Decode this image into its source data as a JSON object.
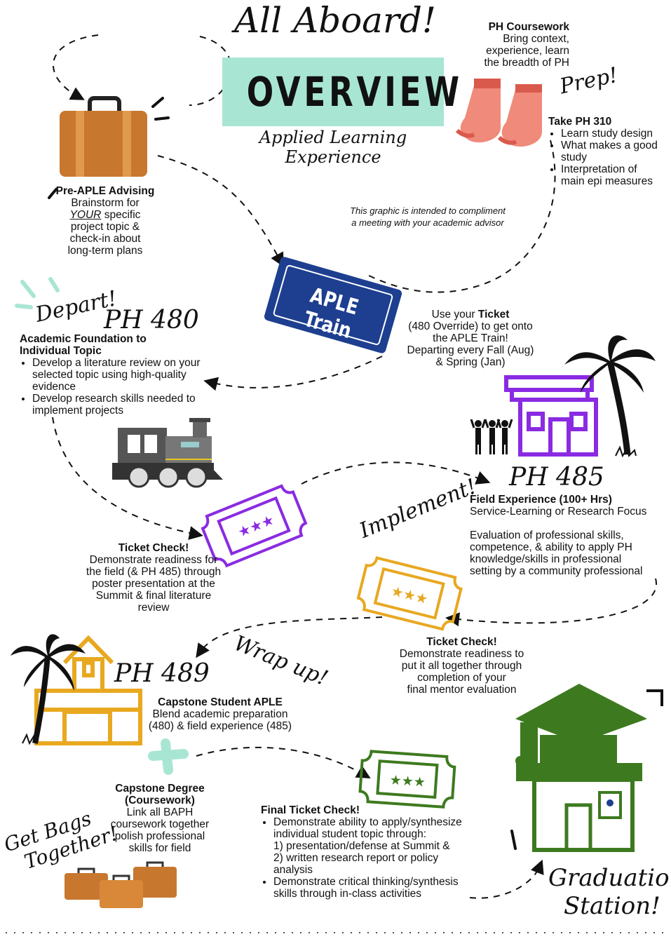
{
  "header": {
    "title": "All Aboard!",
    "overview": "OVERVIEW",
    "subtitle_line1": "Applied Learning",
    "subtitle_line2": "Experience"
  },
  "prep": {
    "label": "Prep!",
    "coursework_title": "PH Coursework",
    "coursework_lines": [
      "Bring context,",
      "experience, learn",
      "the breadth of PH"
    ],
    "ph310_title": "Take PH 310",
    "ph310_bullets": [
      "Learn study design",
      "What makes a good study",
      "Interpretation of main epi measures"
    ]
  },
  "note": {
    "line1": "This graphic is intended to compliment",
    "line2": "a meeting with your academic advisor"
  },
  "advising": {
    "title": "Pre-APLE Advising",
    "line1": "Brainstorm for",
    "emph": "YOUR",
    "line2_rest": " specific",
    "line3": "project topic &",
    "line4": "check-in about",
    "line5": "long-term plans"
  },
  "train_ticket": {
    "label": "APLE Train",
    "text1": "Use your ",
    "bold": "Ticket",
    "line2": "(480 Override) to get onto",
    "line3": "the APLE Train!",
    "line4": "Departing every Fall (Aug)",
    "line5": "& Spring (Jan)"
  },
  "ph480": {
    "depart": "Depart!",
    "number": "PH 480",
    "title_line1": "Academic Foundation to",
    "title_line2": "Individual Topic",
    "bullets": [
      "Develop a literature review on your selected topic using high-quality evidence",
      "Develop research skills needed to implement projects"
    ]
  },
  "check1": {
    "title": "Ticket Check!",
    "lines": [
      "Demonstrate readiness for",
      "the field (& PH 485) through",
      "poster presentation at the",
      "Summit & final literature",
      "review"
    ]
  },
  "ph485": {
    "implement": "Implement!",
    "number": "PH 485",
    "title": "Field Experience (100+ Hrs)",
    "subtitle": "Service-Learning or Research Focus",
    "desc_lines": [
      "Evaluation of professional skills,",
      "competence, & ability to apply PH",
      "knowledge/skills in professional",
      "setting by a community professional"
    ]
  },
  "check2": {
    "title": "Ticket Check!",
    "lines": [
      "Demonstrate readiness  to",
      "put it all together through",
      "completion of your",
      "final mentor evaluation"
    ]
  },
  "ph489": {
    "wrap": "Wrap up!",
    "number": "PH 489",
    "title": "Capstone Student APLE",
    "lines": [
      "Blend academic preparation",
      "(480) & field experience (485)"
    ]
  },
  "degree": {
    "title_line1": "Capstone Degree",
    "title_line2": "(Coursework)",
    "lines": [
      "Link all BAPH",
      "coursework together",
      "polish professional",
      "skills for field"
    ],
    "bags_line1": "Get Bags",
    "bags_line2": "Together!"
  },
  "final": {
    "title": "Final Ticket Check!",
    "b1_lines": [
      "Demonstrate ability to apply/synthesize",
      "individual student topic through:",
      "1) presentation/defense at Summit &",
      "2) written research report or policy",
      "analysis"
    ],
    "b2_lines": [
      "Demonstrate critical thinking/synthesis",
      "skills through in-class activities"
    ]
  },
  "graduation": {
    "line1": "Graduation",
    "line2": "Station!"
  },
  "colors": {
    "teal": "#a8e6d3",
    "navy": "#1e3f8f",
    "purple": "#8a2be2",
    "gold": "#e8a820",
    "green": "#3d7a1f",
    "orange": "#c8772f",
    "sock": "#f08a7a"
  }
}
